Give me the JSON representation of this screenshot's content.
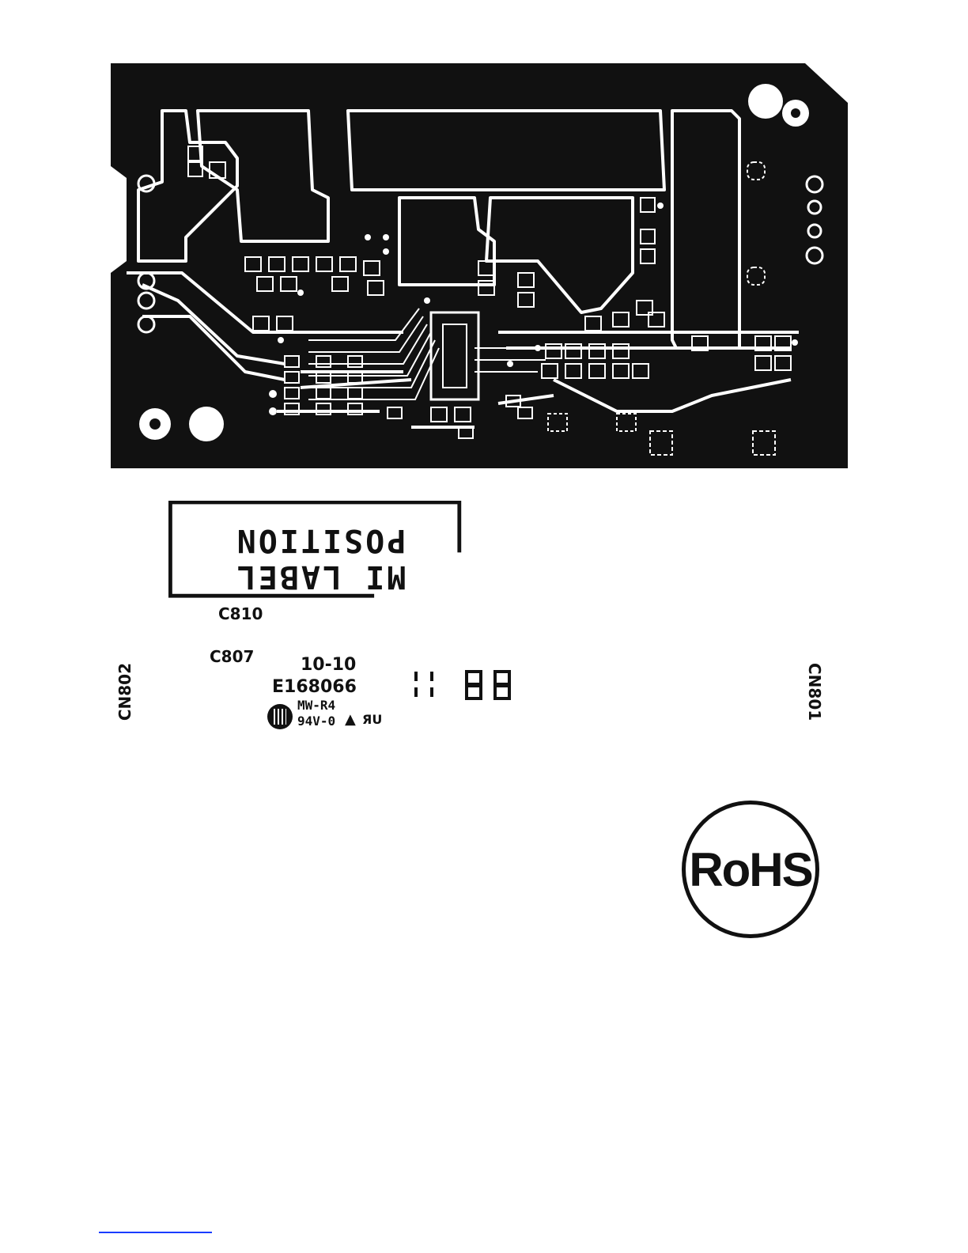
{
  "board": {
    "label_position": "MI LABEL POSITION",
    "refs": {
      "c810": "C810",
      "c807": "C807",
      "cn802": "CN802",
      "cn801": "CN801"
    },
    "marking": {
      "date": "10-10",
      "ul_file": "E168066",
      "material": "MW-R4",
      "flammability": "94V-0",
      "ul_mark": "ЯU"
    },
    "seven_seg": "88",
    "rohs": "RoHS"
  },
  "colors": {
    "copper": "#111111",
    "background": "#ffffff",
    "link": "#1a3cff"
  }
}
